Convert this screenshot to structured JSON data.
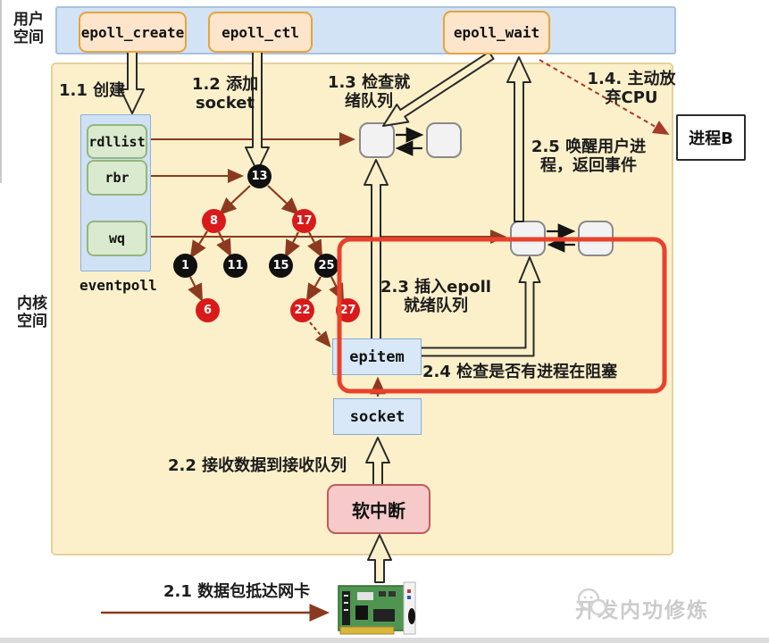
{
  "labels": {
    "user_space": "用户\n空间",
    "kernel_space": "内核\n空间"
  },
  "syscalls": {
    "epoll_create": "epoll_create",
    "epoll_ctl": "epoll_ctl",
    "epoll_wait": "epoll_wait"
  },
  "eventpoll": {
    "label": "eventpoll",
    "rdllist": "rdllist",
    "rbr": "rbr",
    "wq": "wq"
  },
  "steps": {
    "s11": "1.1 创建",
    "s12": "1.2 添加\nsocket",
    "s13": "1.3 检查就\n绪队列",
    "s14": "1.4. 主动放\n弃CPU",
    "s25": "2.5 唤醒用户进\n程，返回事件",
    "s23": "2.3 插入epoll\n就绪队列",
    "s24": "2.4 检查是否有进程在阻塞",
    "s22": "2.2 接收数据到接收队列",
    "s21": "2.1 数据包抵达网卡"
  },
  "kernel_objects": {
    "epitem": "epitem",
    "socket": "socket",
    "softirq": "软中断",
    "process_b": "进程B"
  },
  "rbtree": {
    "nodes": [
      {
        "value": "13",
        "color": "black"
      },
      {
        "value": "8",
        "color": "red"
      },
      {
        "value": "17",
        "color": "red"
      },
      {
        "value": "1",
        "color": "black"
      },
      {
        "value": "11",
        "color": "black"
      },
      {
        "value": "15",
        "color": "black"
      },
      {
        "value": "25",
        "color": "black"
      },
      {
        "value": "6",
        "color": "red"
      },
      {
        "value": "22",
        "color": "red"
      },
      {
        "value": "27",
        "color": "red"
      }
    ]
  },
  "watermark": "开发内功修炼",
  "colors": {
    "user_space_bg": "#d2e3f6",
    "kernel_bg": "#fcf0ca",
    "syscall_bg": "#fde5cc",
    "field_bg": "#daeace",
    "object_bg": "#d8e8f9",
    "softirq_bg": "#f6caca",
    "highlight_red": "#e8412c",
    "tree_red": "#d91a1a",
    "tree_black": "#101010",
    "arrow_brown": "#8b3a1f"
  }
}
